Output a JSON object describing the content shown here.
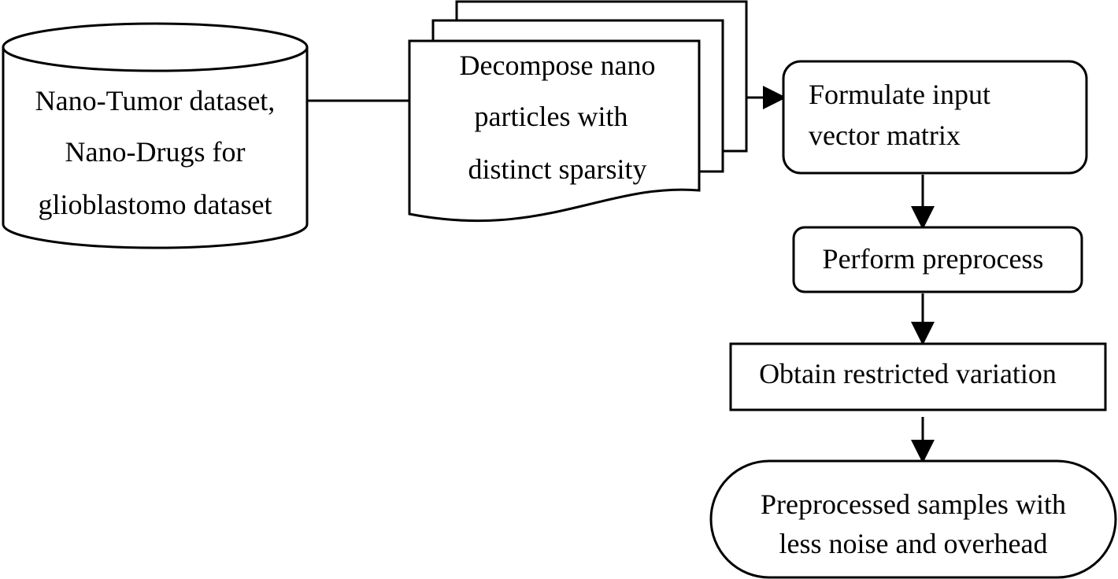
{
  "nodes": {
    "datasets": {
      "line1": "Nano-Tumor dataset,",
      "line2": "Nano-Drugs for",
      "line3": "glioblastomo dataset"
    },
    "decompose": {
      "line1": "Decompose nano",
      "line2": "particles with",
      "line3": "distinct sparsity"
    },
    "formulate": {
      "line1": "Formulate input",
      "line2": "vector matrix"
    },
    "preprocess": {
      "line1": "Perform preprocess"
    },
    "restricted": {
      "line1": "Obtain restricted variation"
    },
    "output": {
      "line1": "Preprocessed samples with",
      "line2": "less noise and overhead"
    }
  },
  "colors": {
    "stroke": "#000000",
    "fill": "#ffffff"
  }
}
